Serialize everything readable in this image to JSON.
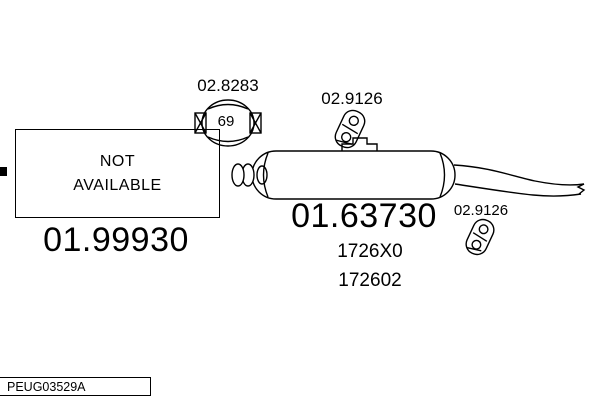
{
  "parts": {
    "clamp": {
      "number": "02.8283",
      "size": "69"
    },
    "hanger_top": {
      "number": "02.9126"
    },
    "hanger_right": {
      "number": "02.9126"
    },
    "front_section": {
      "number": "01.99930",
      "status_line1": "NOT",
      "status_line2": "AVAILABLE"
    },
    "rear_silencer": {
      "number": "01.63730",
      "oe_refs": [
        "1726X0",
        "172602"
      ]
    }
  },
  "footer": {
    "drawing_code": "PEUG03529A"
  }
}
